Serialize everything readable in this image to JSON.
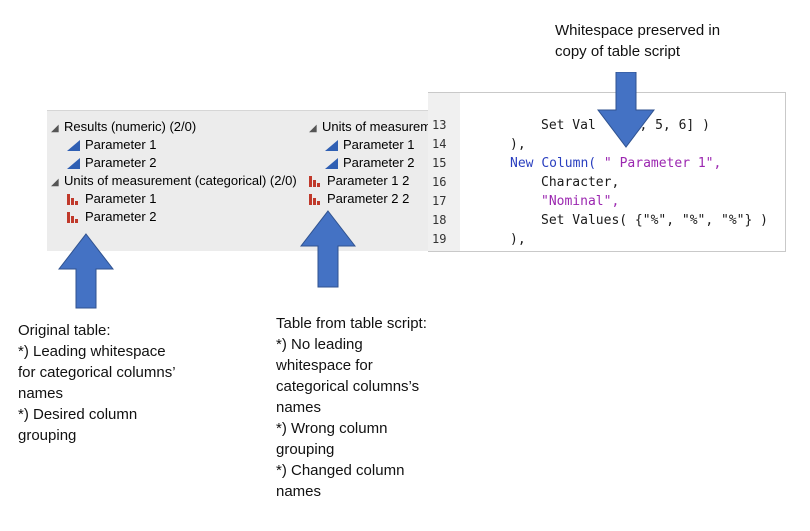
{
  "top_note": {
    "lines": [
      "Whitespace preserved in",
      "copy of table script"
    ]
  },
  "left_panel": {
    "rows": [
      {
        "text": "Results (numeric) (2/0)",
        "type": "group"
      },
      {
        "text": "Parameter 1",
        "type": "numeric"
      },
      {
        "text": "Parameter 2",
        "type": "numeric"
      },
      {
        "text": "Units of measurement (categorical) (2/0)",
        "type": "group"
      },
      {
        "text": "Parameter 1",
        "type": "categorical"
      },
      {
        "text": "Parameter 2",
        "type": "categorical"
      }
    ]
  },
  "middle_panel": {
    "rows": [
      {
        "text": "Units of measurement",
        "type": "group"
      },
      {
        "text": "Parameter 1",
        "type": "numeric"
      },
      {
        "text": "Parameter 2",
        "type": "numeric"
      },
      {
        "text": "Parameter 1 2",
        "type": "categorical"
      },
      {
        "text": "Parameter 2 2",
        "type": "categorical"
      }
    ]
  },
  "code_panel": {
    "line_numbers": [
      "13",
      "14",
      "15",
      "16",
      "17",
      "18",
      "19"
    ],
    "lines": {
      "l13": {
        "a": "Set Val",
        "b": "[4, 5, 6] )"
      },
      "l14": "),",
      "l15": {
        "kw1": "New",
        "kw2": "Column(",
        "str": " \" Parameter 1\",",
        "indent": ""
      },
      "l16": "Character,",
      "l17": "\"Nominal\",",
      "l18": "Set Values( {\"%\", \"%\", \"%\"} )",
      "l19": "),"
    }
  },
  "original_note": {
    "lines": [
      "Original table:",
      "*) Leading whitespace",
      "for categorical columns’",
      "names",
      "*) Desired column",
      "grouping"
    ]
  },
  "script_note": {
    "lines": [
      "Table from table script:",
      "*) No leading",
      "whitespace for",
      "categorical columns’s",
      "names",
      "*) Wrong column",
      "grouping",
      "*) Changed column",
      "names"
    ]
  },
  "colors": {
    "arrow": "#4472c4",
    "numeric_icon": "#2f5fb3",
    "categorical_icon": "#c0392b"
  }
}
